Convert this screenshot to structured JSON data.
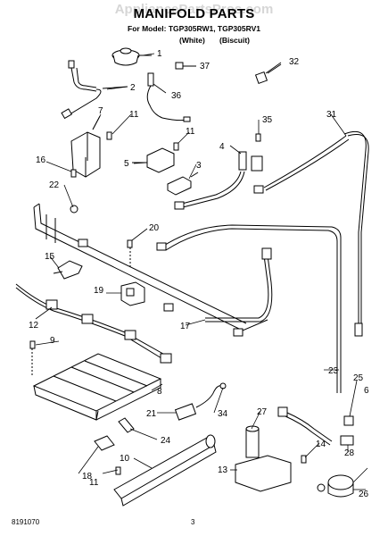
{
  "watermark": "AppliancePartsPros.com",
  "title": "MANIFOLD PARTS",
  "subtitle": "For Model: TGP305RW1, TGP305RV1",
  "variants": [
    "(White)",
    "(Biscuit)"
  ],
  "footer": {
    "code": "8191070",
    "page": "3"
  },
  "callouts": [
    "1",
    "2",
    "3",
    "4",
    "5",
    "6",
    "7",
    "8",
    "9",
    "10",
    "11",
    "11",
    "11",
    "12",
    "13",
    "14",
    "15",
    "16",
    "17",
    "18",
    "19",
    "20",
    "21",
    "22",
    "23",
    "24",
    "25",
    "26",
    "27",
    "28",
    "31",
    "32",
    "34",
    "35",
    "36",
    "37"
  ]
}
